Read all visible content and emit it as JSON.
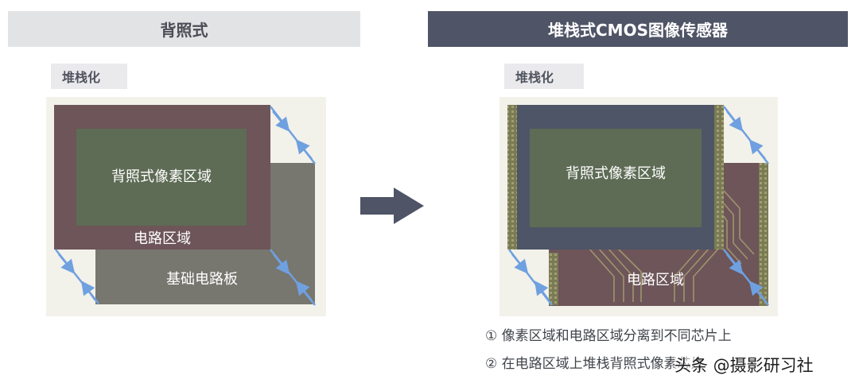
{
  "left": {
    "header": "背照式",
    "tag": "堆栈化",
    "pixel_area_label": "背照式像素区域",
    "circuit_area_label": "电路区域",
    "board_label": "基础电路板"
  },
  "right": {
    "header": "堆栈式CMOS图像传感器",
    "tag": "堆栈化",
    "pixel_area_label": "背照式像素区域",
    "circuit_area_label": "电路区域"
  },
  "notes": [
    "① 像素区域和电路区域分离到不同芯片上",
    "② 在电路区域上堆栈背照式像素芯片"
  ],
  "watermark": "头条 @摄影研习社",
  "colors": {
    "left_header_bg": "#e2e3e5",
    "right_header_bg": "#4f5466",
    "pixel_area": "#5e6b55",
    "circuit_frame": "#6d5559",
    "base_board": "#77766f",
    "arrow": "#4f5466",
    "indicator_arrow": "#6fa0e0"
  }
}
